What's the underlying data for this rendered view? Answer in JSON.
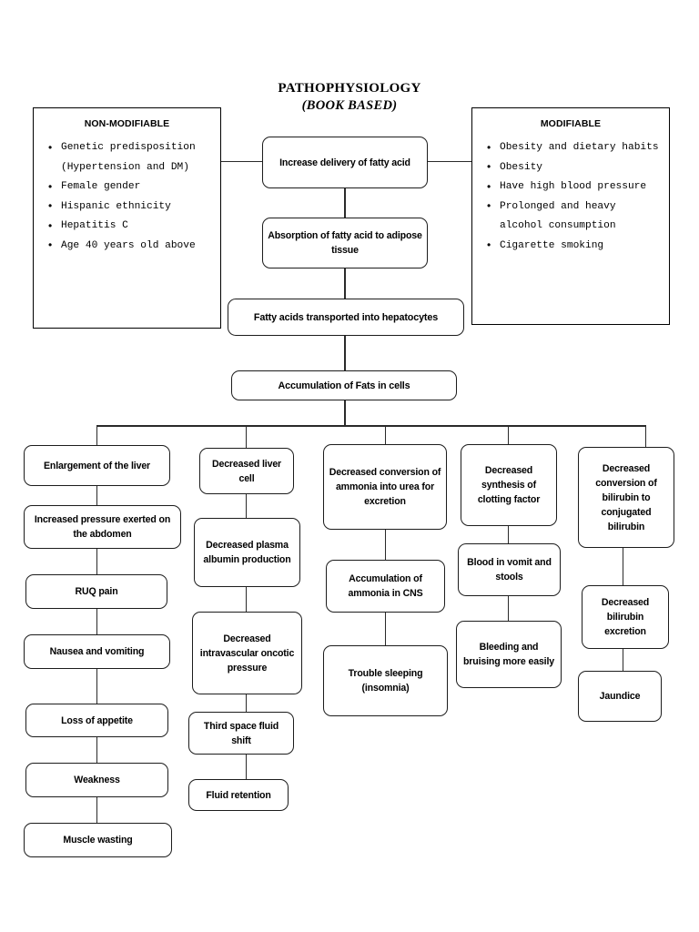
{
  "title": {
    "main": "PATHOPHYSIOLOGY",
    "sub": "(BOOK BASED)"
  },
  "panels": {
    "non_modifiable": {
      "heading": "NON-MODIFIABLE",
      "items": [
        "Genetic predisposition (Hypertension and DM)",
        "Female gender",
        "Hispanic ethnicity",
        "Hepatitis C",
        "Age 40 years old above"
      ]
    },
    "modifiable": {
      "heading": "MODIFIABLE",
      "items": [
        "Obesity and dietary habits",
        "Obesity",
        "Have high blood pressure",
        "Prolonged and heavy alcohol consumption",
        "Cigarette smoking"
      ]
    }
  },
  "trunk": [
    "Increase delivery of fatty acid",
    "Absorption of fatty acid to adipose tissue",
    "Fatty acids transported into hepatocytes",
    "Accumulation of Fats in cells"
  ],
  "branches": [
    {
      "name": "hepatomegaly-chain",
      "nodes": [
        "Enlargement of the liver",
        "Increased pressure exerted on the abdomen",
        "RUQ pain",
        "Nausea and vomiting",
        "Loss of appetite",
        "Weakness",
        "Muscle wasting"
      ]
    },
    {
      "name": "albumin-chain",
      "nodes": [
        "Decreased liver cell",
        "Decreased plasma albumin production",
        "Decreased intravascular oncotic pressure",
        "Third space fluid shift",
        "Fluid retention"
      ]
    },
    {
      "name": "ammonia-chain",
      "nodes": [
        "Decreased conversion of ammonia into urea for excretion",
        "Accumulation of ammonia in CNS",
        "Trouble sleeping (insomnia)"
      ]
    },
    {
      "name": "clotting-chain",
      "nodes": [
        "Decreased synthesis of clotting factor",
        "Blood in vomit and stools",
        "Bleeding and bruising more easily"
      ]
    },
    {
      "name": "bilirubin-chain",
      "nodes": [
        "Decreased conversion of bilirubin to conjugated bilirubin",
        "Decreased bilirubin excretion",
        "Jaundice"
      ]
    }
  ],
  "colors": {
    "line": "#2a2a2a",
    "node_border": "#1c1c1c",
    "text": "#000000",
    "background": "#ffffff"
  }
}
